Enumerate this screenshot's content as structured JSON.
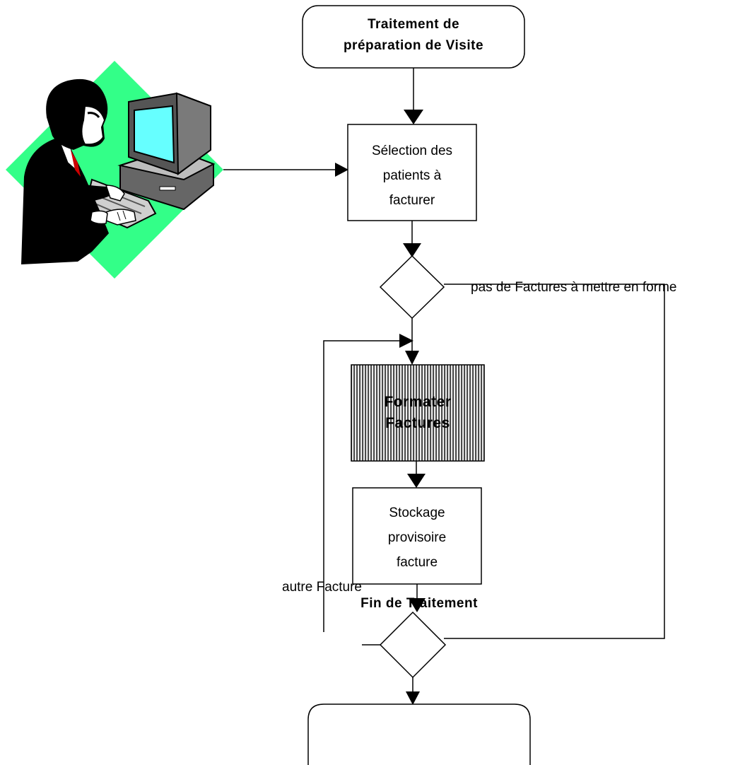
{
  "diagram": {
    "nodes": {
      "start": {
        "line1": "Traitement de",
        "line2": "préparation de Visite"
      },
      "select": {
        "line1": "Sélection des",
        "line2": "patients à",
        "line3": "facturer"
      },
      "format": {
        "line1": "Formater",
        "line2": "Factures"
      },
      "store": {
        "line1": "Stockage",
        "line2": "provisoire",
        "line3": "facture"
      },
      "end": {
        "label": "Fin de Traitement"
      }
    },
    "edges": {
      "no_invoices": "pas de Factures à mettre en forme",
      "other_invoice": "autre Facture"
    },
    "colors": {
      "actor_background": "#33ff88",
      "screen": "#66ffff",
      "hatch": "#4a4a4a",
      "line": "#000000"
    },
    "icons": {
      "actor": "person-at-computer-icon"
    }
  }
}
